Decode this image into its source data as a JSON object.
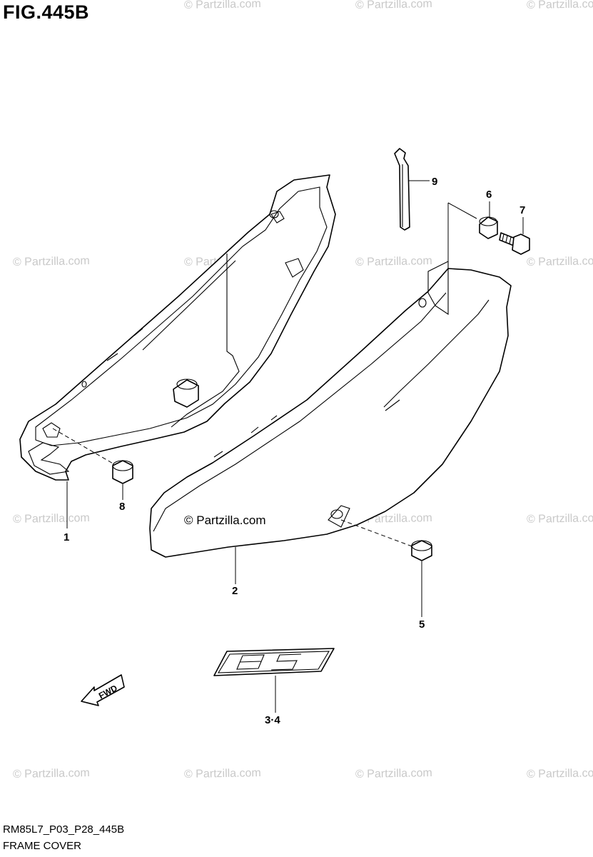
{
  "figure": {
    "title": "FIG.445B",
    "diagram_code": "RM85L7_P03_P28_445B",
    "diagram_name": "FRAME COVER"
  },
  "watermark": {
    "text": "© Partzilla.com",
    "logo_text": "© Partzilla.com",
    "color": "#c9c9c9"
  },
  "callouts": {
    "p1": "1",
    "p2": "2",
    "p34": "3·4",
    "p5": "5",
    "p6": "6",
    "p7": "7",
    "p8": "8",
    "p9": "9"
  },
  "fwd_label": "FWD",
  "emblem_icon": "emblem-85-icon"
}
